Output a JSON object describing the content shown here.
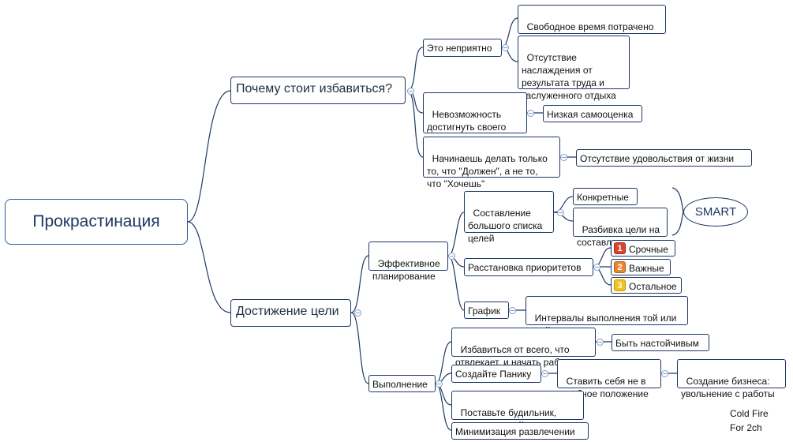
{
  "root": {
    "label": "Прокрастинация"
  },
  "branch_why": {
    "label": "Почему стоит избавиться?",
    "unpleasant": {
      "label": "Это неприятно",
      "wasted_time": "Свободное время потрачено\nзря",
      "no_enjoyment": "Отсутствие\nнаслаждения от\nрезультата труда и\nзаслуженного отдыха"
    },
    "potential": {
      "label": "Невозможность\nдостигнуть своего\nполного потенциала",
      "self_esteem": "Низкая самооценка"
    },
    "must": {
      "label": "Начинаешь делать только\nто, что \"Должен\", а не то,\nчто \"Хочешь\"",
      "no_satisfaction": "Отсутствие удовольствия от жизни"
    }
  },
  "branch_goal": {
    "label": "Достижение цели",
    "planning": {
      "label": "Эффективное\nпланирование",
      "big_list": {
        "label": "Составление\nбольшого списка\nцелей",
        "concrete": "Конкретные",
        "breakdown": "Разбивка цели на\nсоставляющие",
        "smart_label": "SMART"
      },
      "priorities": {
        "label": "Расстановка приоритетов",
        "items": [
          {
            "badge": "1",
            "label": "Срочные",
            "color": "#d9452f"
          },
          {
            "badge": "2",
            "label": "Важные",
            "color": "#e8872e"
          },
          {
            "badge": "3",
            "label": "Остальное",
            "color": "#f2c31b"
          }
        ]
      },
      "schedule": {
        "label": "График",
        "intervals": "Интервалы выполнения той или\nиной цели"
      }
    },
    "execution": {
      "label": "Выполнение",
      "remove_distractions": "Избавиться от всего, что\nотвлекает, и начать работу.",
      "be_persistent": "Быть настойчивым",
      "panic": "Создайте Панику",
      "uncomfortable": "Ставить себя не в\nудобное положение",
      "business": "Создание бизнеса:\nувольнение с работы",
      "alarm": "Поставьте будильник,\nнапоминающий о задачах",
      "minimize": "Минимизация развлечении"
    }
  },
  "signature": "Cold Fire\nFor 2ch",
  "colors": {
    "edge": "#1f3864",
    "node_border": "#1f3864",
    "accent": "#2e5c93"
  }
}
